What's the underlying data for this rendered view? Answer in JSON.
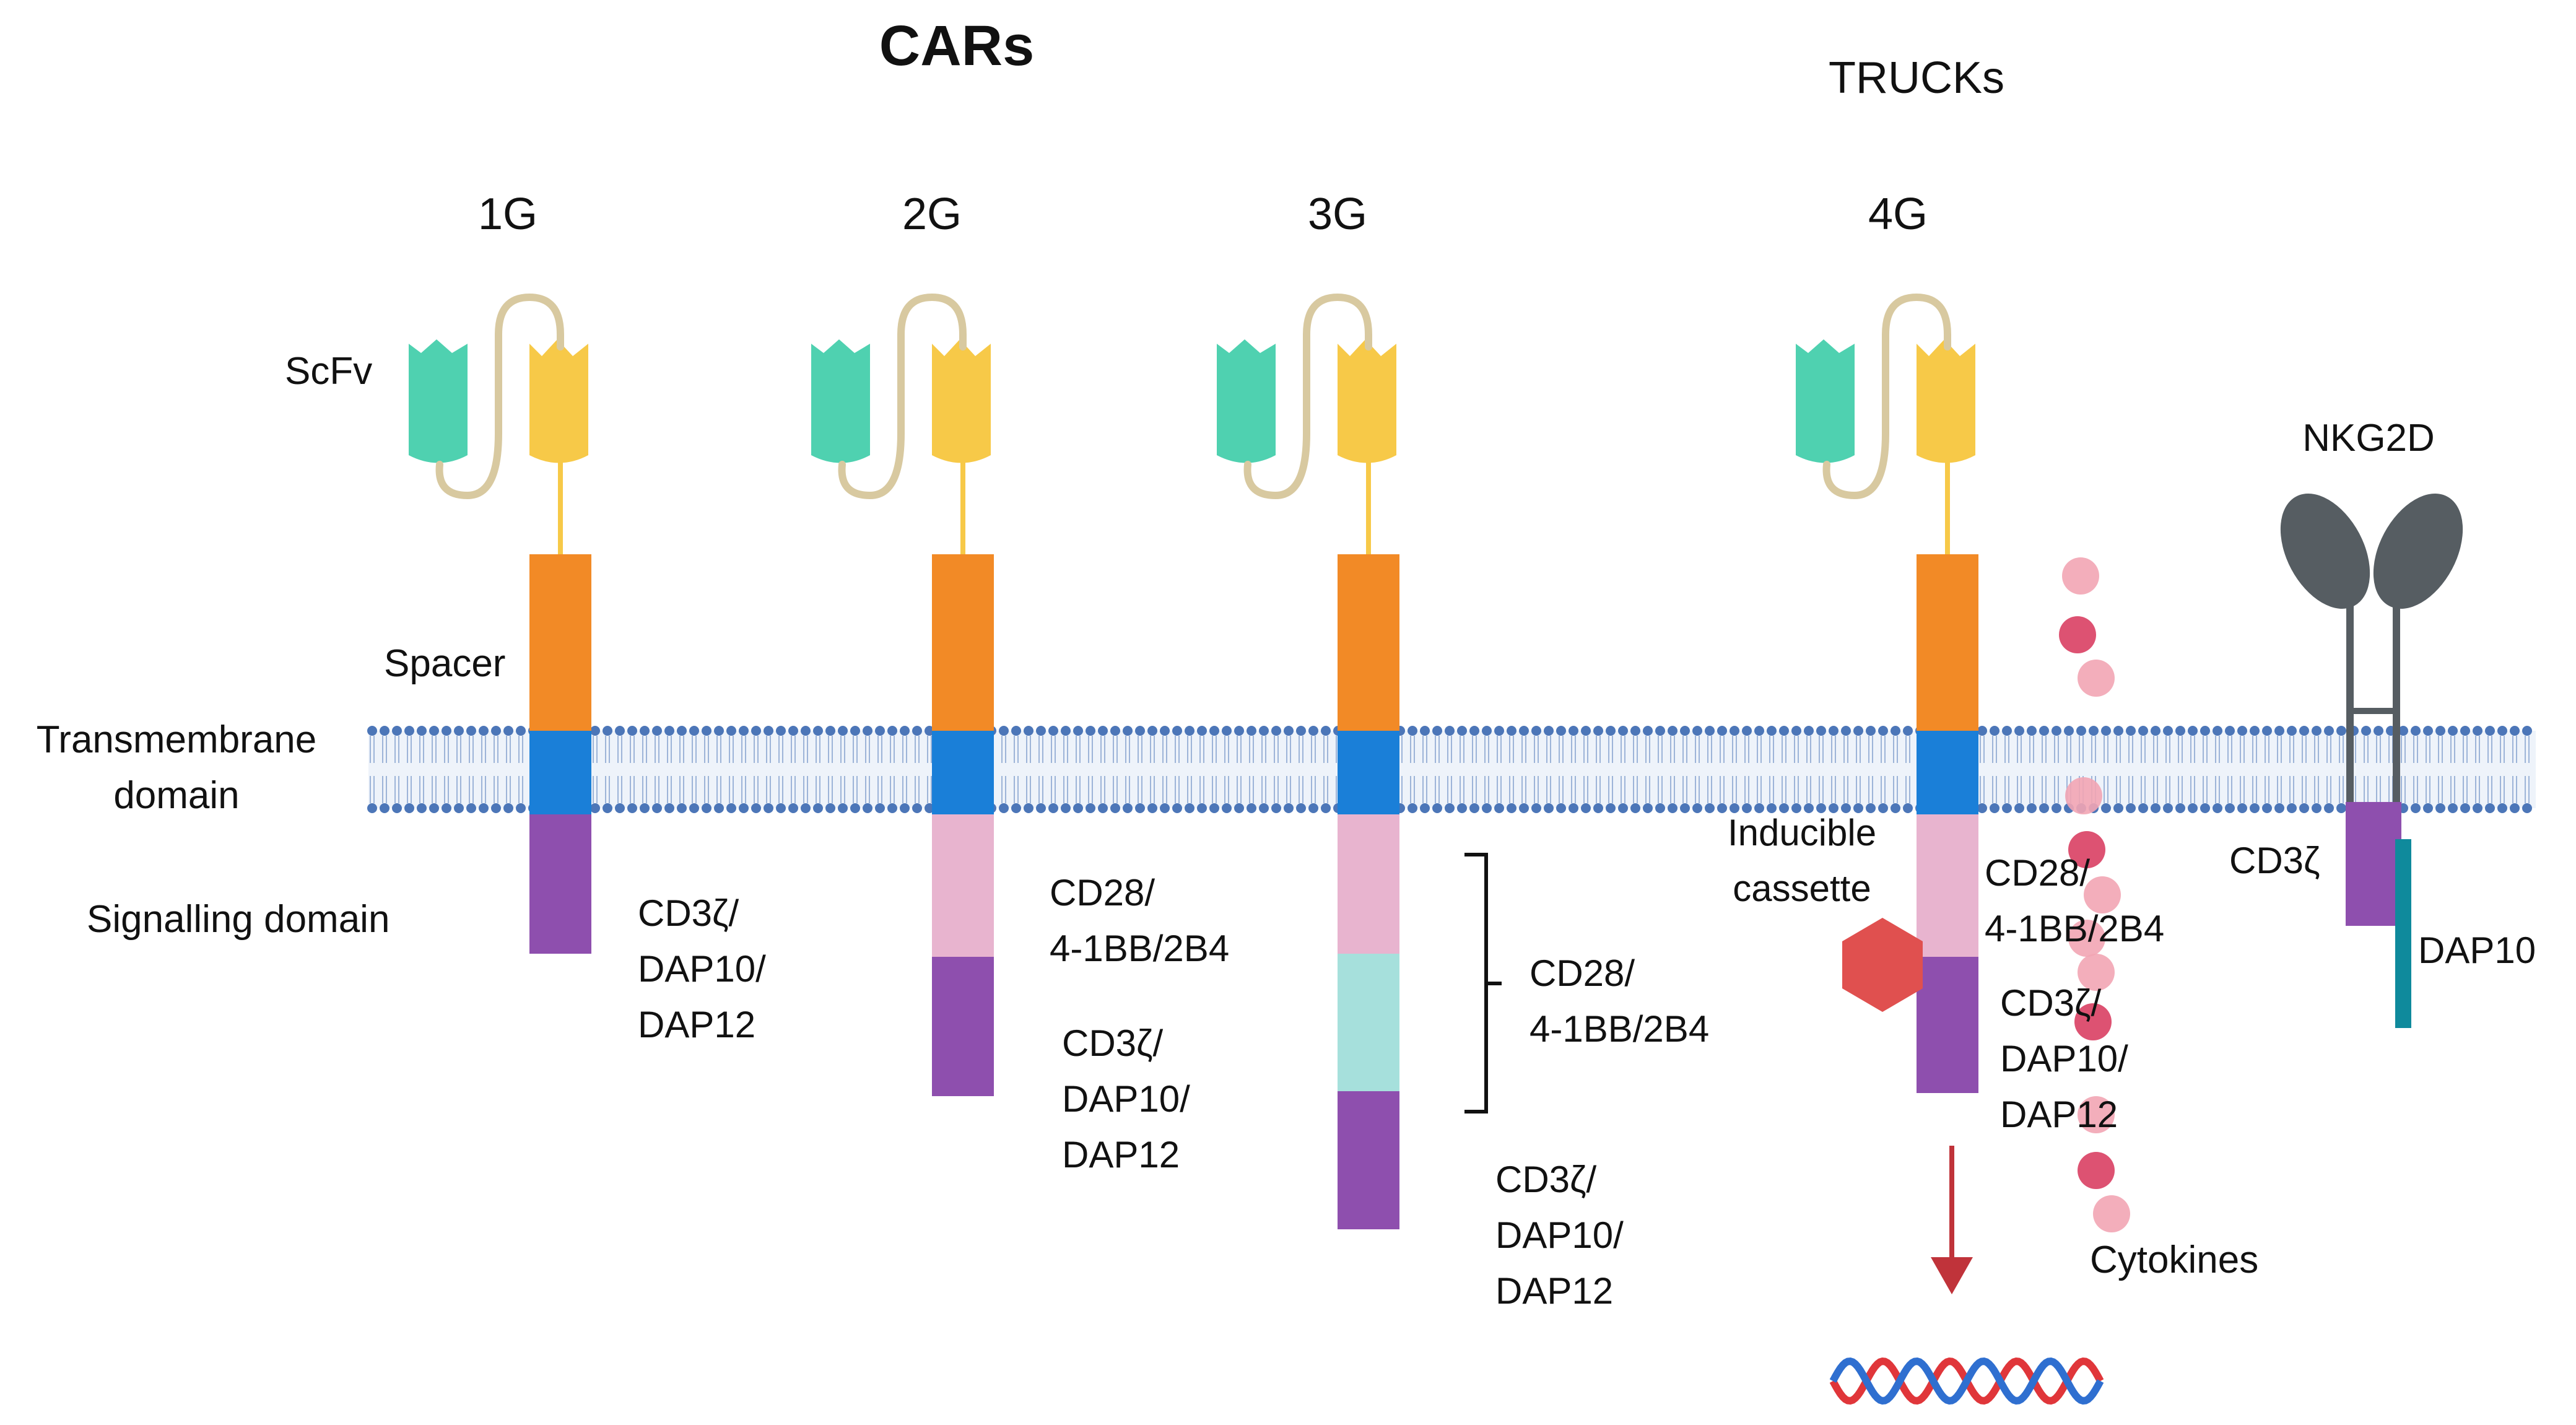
{
  "titles": {
    "cars": "CARs",
    "trucks": "TRUCKs"
  },
  "generations": [
    {
      "label": "1G"
    },
    {
      "label": "2G"
    },
    {
      "label": "3G"
    },
    {
      "label": "4G"
    }
  ],
  "side_labels": {
    "scfv": "ScFv",
    "spacer": "Spacer",
    "transmembrane_1": "Transmembrane",
    "transmembrane_2": "domain",
    "signalling": "Signalling domain"
  },
  "domain_labels": {
    "g1": [
      "CD3ζ/",
      "DAP10/",
      "DAP12"
    ],
    "g2_costim": [
      "CD28/",
      "4-1BB/2B4"
    ],
    "g2_cd3": [
      "CD3ζ/",
      "DAP10/",
      "DAP12"
    ],
    "g3_costim": [
      "CD28/",
      "4-1BB/2B4"
    ],
    "g3_cd3": [
      "CD3ζ/",
      "DAP10/",
      "DAP12"
    ],
    "g4_costim": [
      "CD28/",
      "4-1BB/2B4"
    ],
    "g4_cd3": [
      "CD3ζ/",
      "DAP10/",
      "DAP12"
    ]
  },
  "inducible": [
    "Inducible",
    "cassette"
  ],
  "cytokines": "Cytokines",
  "nkg2d": {
    "title": "NKG2D",
    "cd3z": "CD3ζ",
    "dap10": "DAP10"
  },
  "colors": {
    "scfv_teal": "#4fd1b0",
    "scfv_yellow": "#f7c948",
    "linker": "#d8c9a0",
    "spacer": "#f28a26",
    "transmembrane": "#1a7fd8",
    "costim_pink": "#e8b4cf",
    "costim_cyan": "#a6e0dc",
    "cd3_purple": "#8e4fae",
    "membrane_head": "#4c76b8",
    "hexagon": "#e0504f",
    "cytokine_dark": "#d93f63",
    "cytokine_light": "#f2a5b4",
    "nkg2d_gray": "#565d62",
    "dap10_teal": "#0f8a9c",
    "arrow": "#c0333a",
    "dna_red": "#e0363a",
    "dna_blue": "#2f6fd0"
  }
}
